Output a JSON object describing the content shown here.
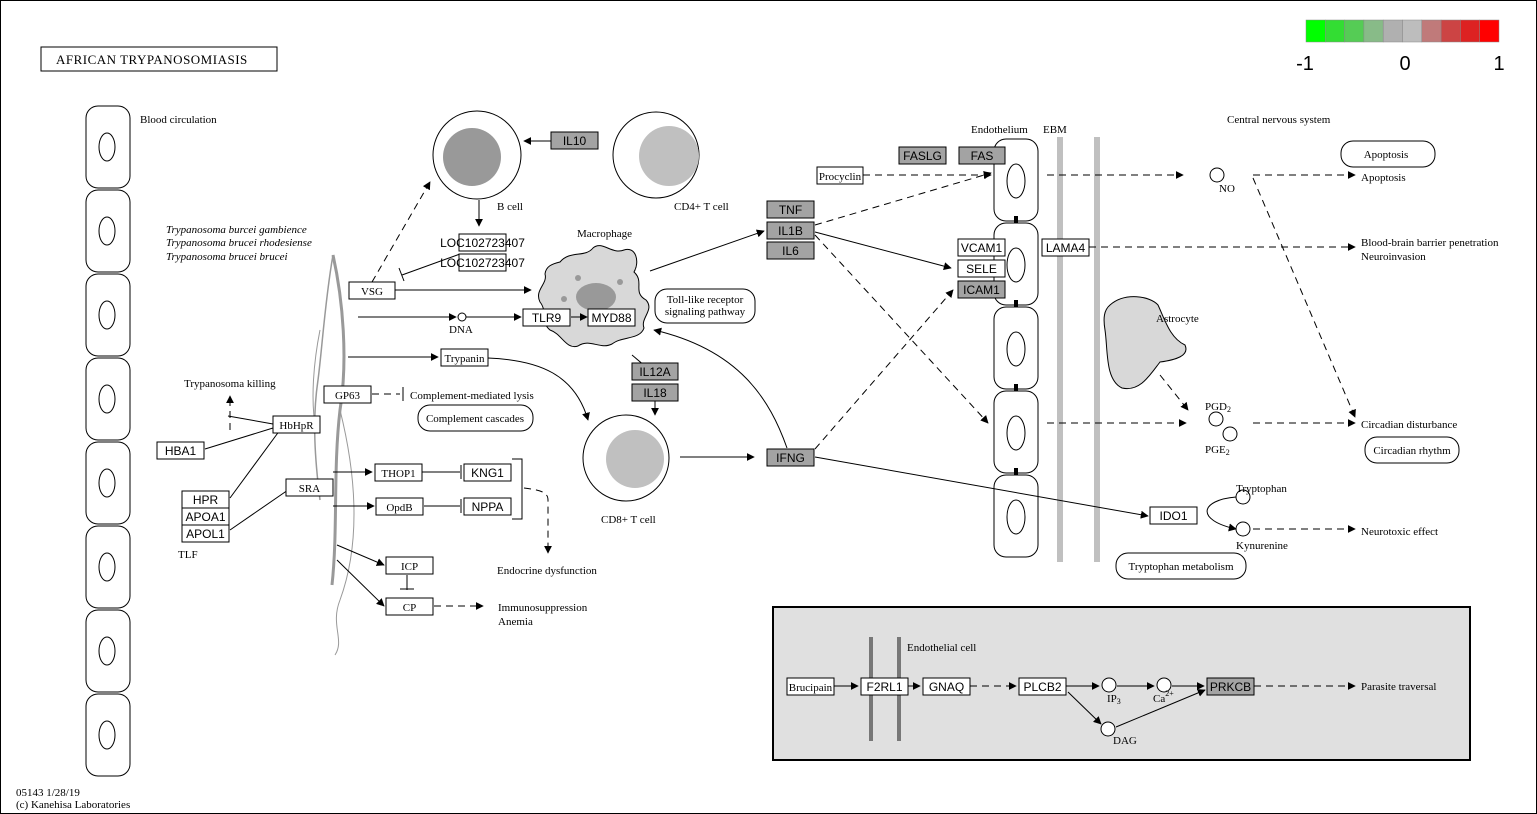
{
  "title": "AFRICAN TRYPANOSOMIASIS",
  "legend": {
    "min_label": "-1",
    "mid_label": "0",
    "max_label": "1",
    "colors": [
      "#00ff00",
      "#33dd33",
      "#55cc55",
      "#88bb88",
      "#b0b0b0",
      "#bdbdbd",
      "#c07a7a",
      "#cc4444",
      "#dd2222",
      "#ff0000"
    ]
  },
  "footer": {
    "line1": "05143 1/28/19",
    "line2": "(c) Kanehisa Laboratories"
  },
  "labels": {
    "blood_circulation": "Blood circulation",
    "tb_gambiense": "Trypanosoma burcei gambience",
    "tb_rhodesiense": "Trypanosoma brucei rhodesiense",
    "tb_brucei": "Trypanosoma brucei brucei",
    "trypanosoma_killing": "Trypanosoma killing",
    "tlf": "TLF",
    "b_cell": "B cell",
    "cd4": "CD4+ T cell",
    "cd8": "CD8+ T cell",
    "macrophage": "Macrophage",
    "dna": "DNA",
    "complement_lysis": "Complement-mediated lysis",
    "endocrine": "Endocrine dysfunction",
    "immunosuppression": "Immunosuppression",
    "anemia": "Anemia",
    "endothelium": "Endothelium",
    "ebm": "EBM",
    "cns": "Central nervous system",
    "no": "NO",
    "apoptosis": "Apoptosis",
    "bbb": "Blood-brain barrier penetration",
    "neuroinvasion": "Neuroinvasion",
    "astrocyte": "Astrocyte",
    "pgd2": "PGD",
    "pge2": "PGE",
    "sub2": "2",
    "circadian_dist": "Circadian disturbance",
    "tryptophan": "Tryptophan",
    "kynurenine": "Kynurenine",
    "neurotoxic": "Neurotoxic effect",
    "endothelial_cell": "Endothelial cell",
    "ip3": "IP",
    "ip3sub": "3",
    "ca": "Ca",
    "casup": "2+",
    "dag": "DAG",
    "parasite_traversal": "Parasite traversal"
  },
  "pathways": {
    "tlr": [
      "Toll-like receptor",
      "signaling pathway"
    ],
    "complement": "Complement cascades",
    "apoptosis": "Apoptosis",
    "circadian": "Circadian rhythm",
    "tryptophan": "Tryptophan metabolism"
  },
  "genes": {
    "IL10": "IL10",
    "FASLG": "FASLG",
    "FAS": "FAS",
    "Procyclin": "Procyclin",
    "TNF": "TNF",
    "IL1B": "IL1B",
    "IL6": "IL6",
    "VCAM1": "VCAM1",
    "SELE": "SELE",
    "ICAM1": "ICAM1",
    "LAMA4": "LAMA4",
    "LOC1": "LOC102723407",
    "LOC2": "LOC102723407",
    "VSG": "VSG",
    "TLR9": "TLR9",
    "MYD88": "MYD88",
    "Trypanin": "Trypanin",
    "IL12A": "IL12A",
    "IL18": "IL18",
    "IFNG": "IFNG",
    "IDO1": "IDO1",
    "GP63": "GP63",
    "HbHpR": "HbHpR",
    "HBA1": "HBA1",
    "HPR": "HPR",
    "APOA1": "APOA1",
    "APOL1": "APOL1",
    "SRA": "SRA",
    "THOP1": "THOP1",
    "KNG1": "KNG1",
    "OpdB": "OpdB",
    "NPPA": "NPPA",
    "ICP": "ICP",
    "CP": "CP",
    "Brucipain": "Brucipain",
    "F2RL1": "F2RL1",
    "GNAQ": "GNAQ",
    "PLCB2": "PLCB2",
    "PRKCB": "PRKCB"
  }
}
